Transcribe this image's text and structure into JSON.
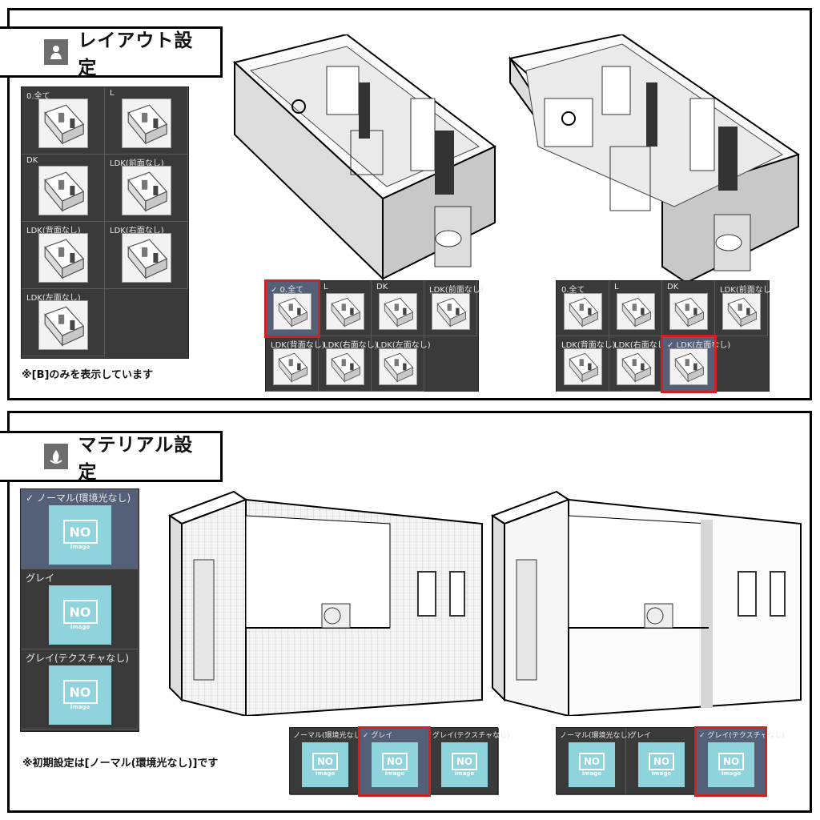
{
  "layout_section": {
    "title": "レイアウト設定",
    "icon": "figure-icon",
    "list_items": [
      "0.全て",
      "L",
      "DK",
      "LDK(前面なし)",
      "LDK(背面なし)",
      "LDK(右面なし)",
      "LDK(左面なし)"
    ],
    "note": "※[B]のみを表示しています",
    "strip_a": {
      "items": [
        "0.全て",
        "L",
        "DK",
        "LDK(前面なし)",
        "LDK(背面なし)",
        "LDK(右面なし)",
        "LDK(左面なし)"
      ],
      "selected": "0.全て",
      "check": "✓"
    },
    "strip_b": {
      "items": [
        "0.全て",
        "L",
        "DK",
        "LDK(前面なし)",
        "LDK(背面なし)",
        "LDK(右面なし)",
        "LDK(左面なし)"
      ],
      "selected": "LDK(左面なし)",
      "check": "✓"
    }
  },
  "material_section": {
    "title": "マテリアル設定",
    "icon": "flame-icon",
    "list_items": [
      "ノーマル(環境光なし)",
      "グレイ",
      "グレイ(テクスチャなし)"
    ],
    "selected": "ノーマル(環境光なし)",
    "check": "✓",
    "note": "※初期設定は[ノーマル(環境光なし)]です",
    "noimage_text": "NO",
    "noimage_sub": "image",
    "strip_a": {
      "items": [
        "ノーマル(環境光なし)",
        "グレイ",
        "グレイ(テクスチャなし)"
      ],
      "selected": "グレイ"
    },
    "strip_b": {
      "items": [
        "ノーマル(環境光なし)",
        "グレイ",
        "グレイ(テクスチャなし)"
      ],
      "selected": "グレイ(テクスチャなし)"
    }
  },
  "colors": {
    "panel_dark": "#3a3a3a",
    "selected_bg": "#536078",
    "highlight_red": "#d42020",
    "noimage_cyan": "#8fd3dc"
  }
}
